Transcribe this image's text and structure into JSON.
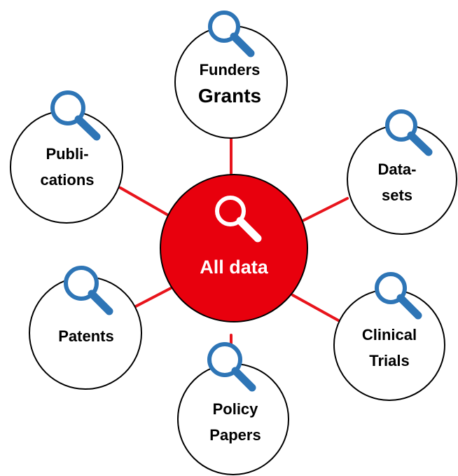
{
  "colors": {
    "connector": "#e8141c",
    "center_fill": "#e8000d",
    "node_border": "#000000",
    "magnifier_blue": "#2e75b6",
    "magnifier_white": "#ffffff"
  },
  "center": {
    "label": "All data",
    "icon": "search-icon"
  },
  "nodes": {
    "funders": {
      "line1": "Funders",
      "line2": "Grants",
      "icon": "search-icon"
    },
    "publications": {
      "line1": "Publi-",
      "line2": "cations",
      "icon": "search-icon"
    },
    "datasets": {
      "line1": "Data-",
      "line2": "sets",
      "icon": "search-icon"
    },
    "patents": {
      "line1": "Patents",
      "icon": "search-icon"
    },
    "clinical": {
      "line1": "Clinical",
      "line2": "Trials",
      "icon": "search-icon"
    },
    "policy": {
      "line1": "Policy",
      "line2": "Papers",
      "icon": "search-icon"
    }
  }
}
